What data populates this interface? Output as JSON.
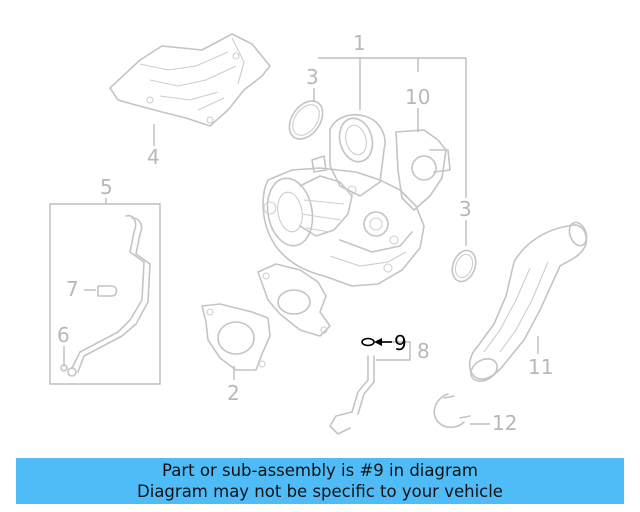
{
  "callouts": {
    "c1": "1",
    "c2": "2",
    "c3a": "3",
    "c3b": "3",
    "c4": "4",
    "c5": "5",
    "c6": "6",
    "c7": "7",
    "c8": "8",
    "c9": "9",
    "c10": "10",
    "c11": "11",
    "c12": "12"
  },
  "banner": {
    "line1": "Part or sub-assembly is #9 in diagram",
    "line2": "Diagram may not be specific to your vehicle",
    "color": "#4fbcf7"
  },
  "colors": {
    "highlight": "#000000",
    "line_art": "#c4c4c4"
  }
}
